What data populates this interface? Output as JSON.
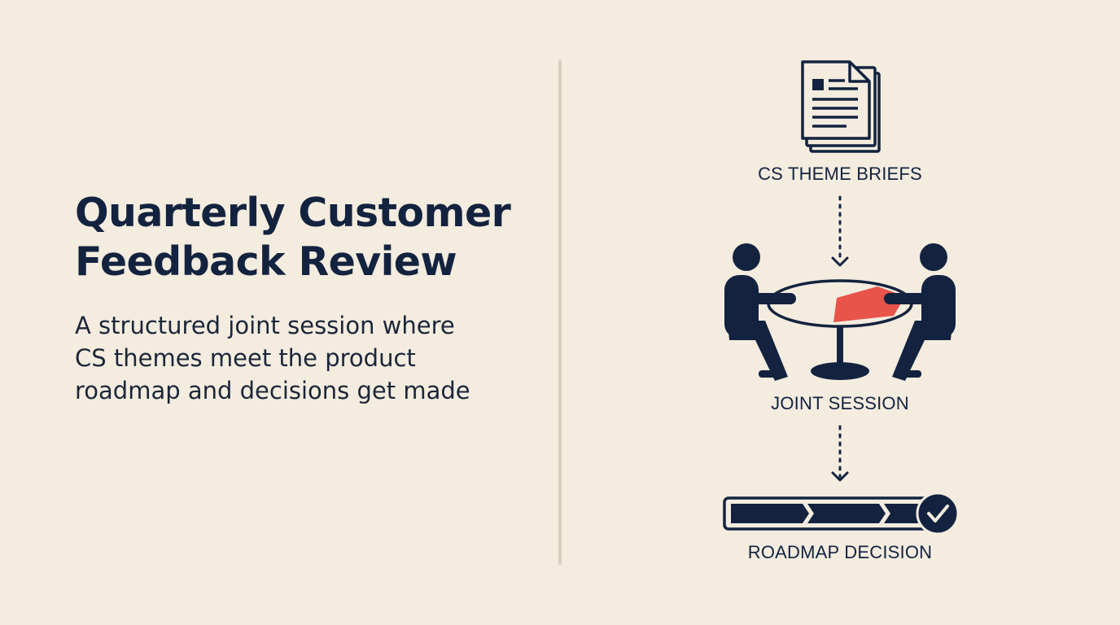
{
  "title": {
    "line1": "Quarterly Customer",
    "line2": "Feedback Review"
  },
  "subtitle": {
    "line1": "A structured joint session where",
    "line2": "CS themes meet the product",
    "line3": "roadmap and decisions get made"
  },
  "flow": {
    "steps": [
      {
        "label": "CS THEME BRIEFS",
        "icon": "documents-icon"
      },
      {
        "label": "JOINT SESSION",
        "icon": "meeting-table-icon"
      },
      {
        "label": "ROADMAP DECISION",
        "icon": "roadmap-progress-icon"
      }
    ]
  },
  "colors": {
    "background": "#f3ecdf",
    "navy": "#13233f",
    "accent": "#e8534a",
    "divider": "#d9cfbe"
  }
}
